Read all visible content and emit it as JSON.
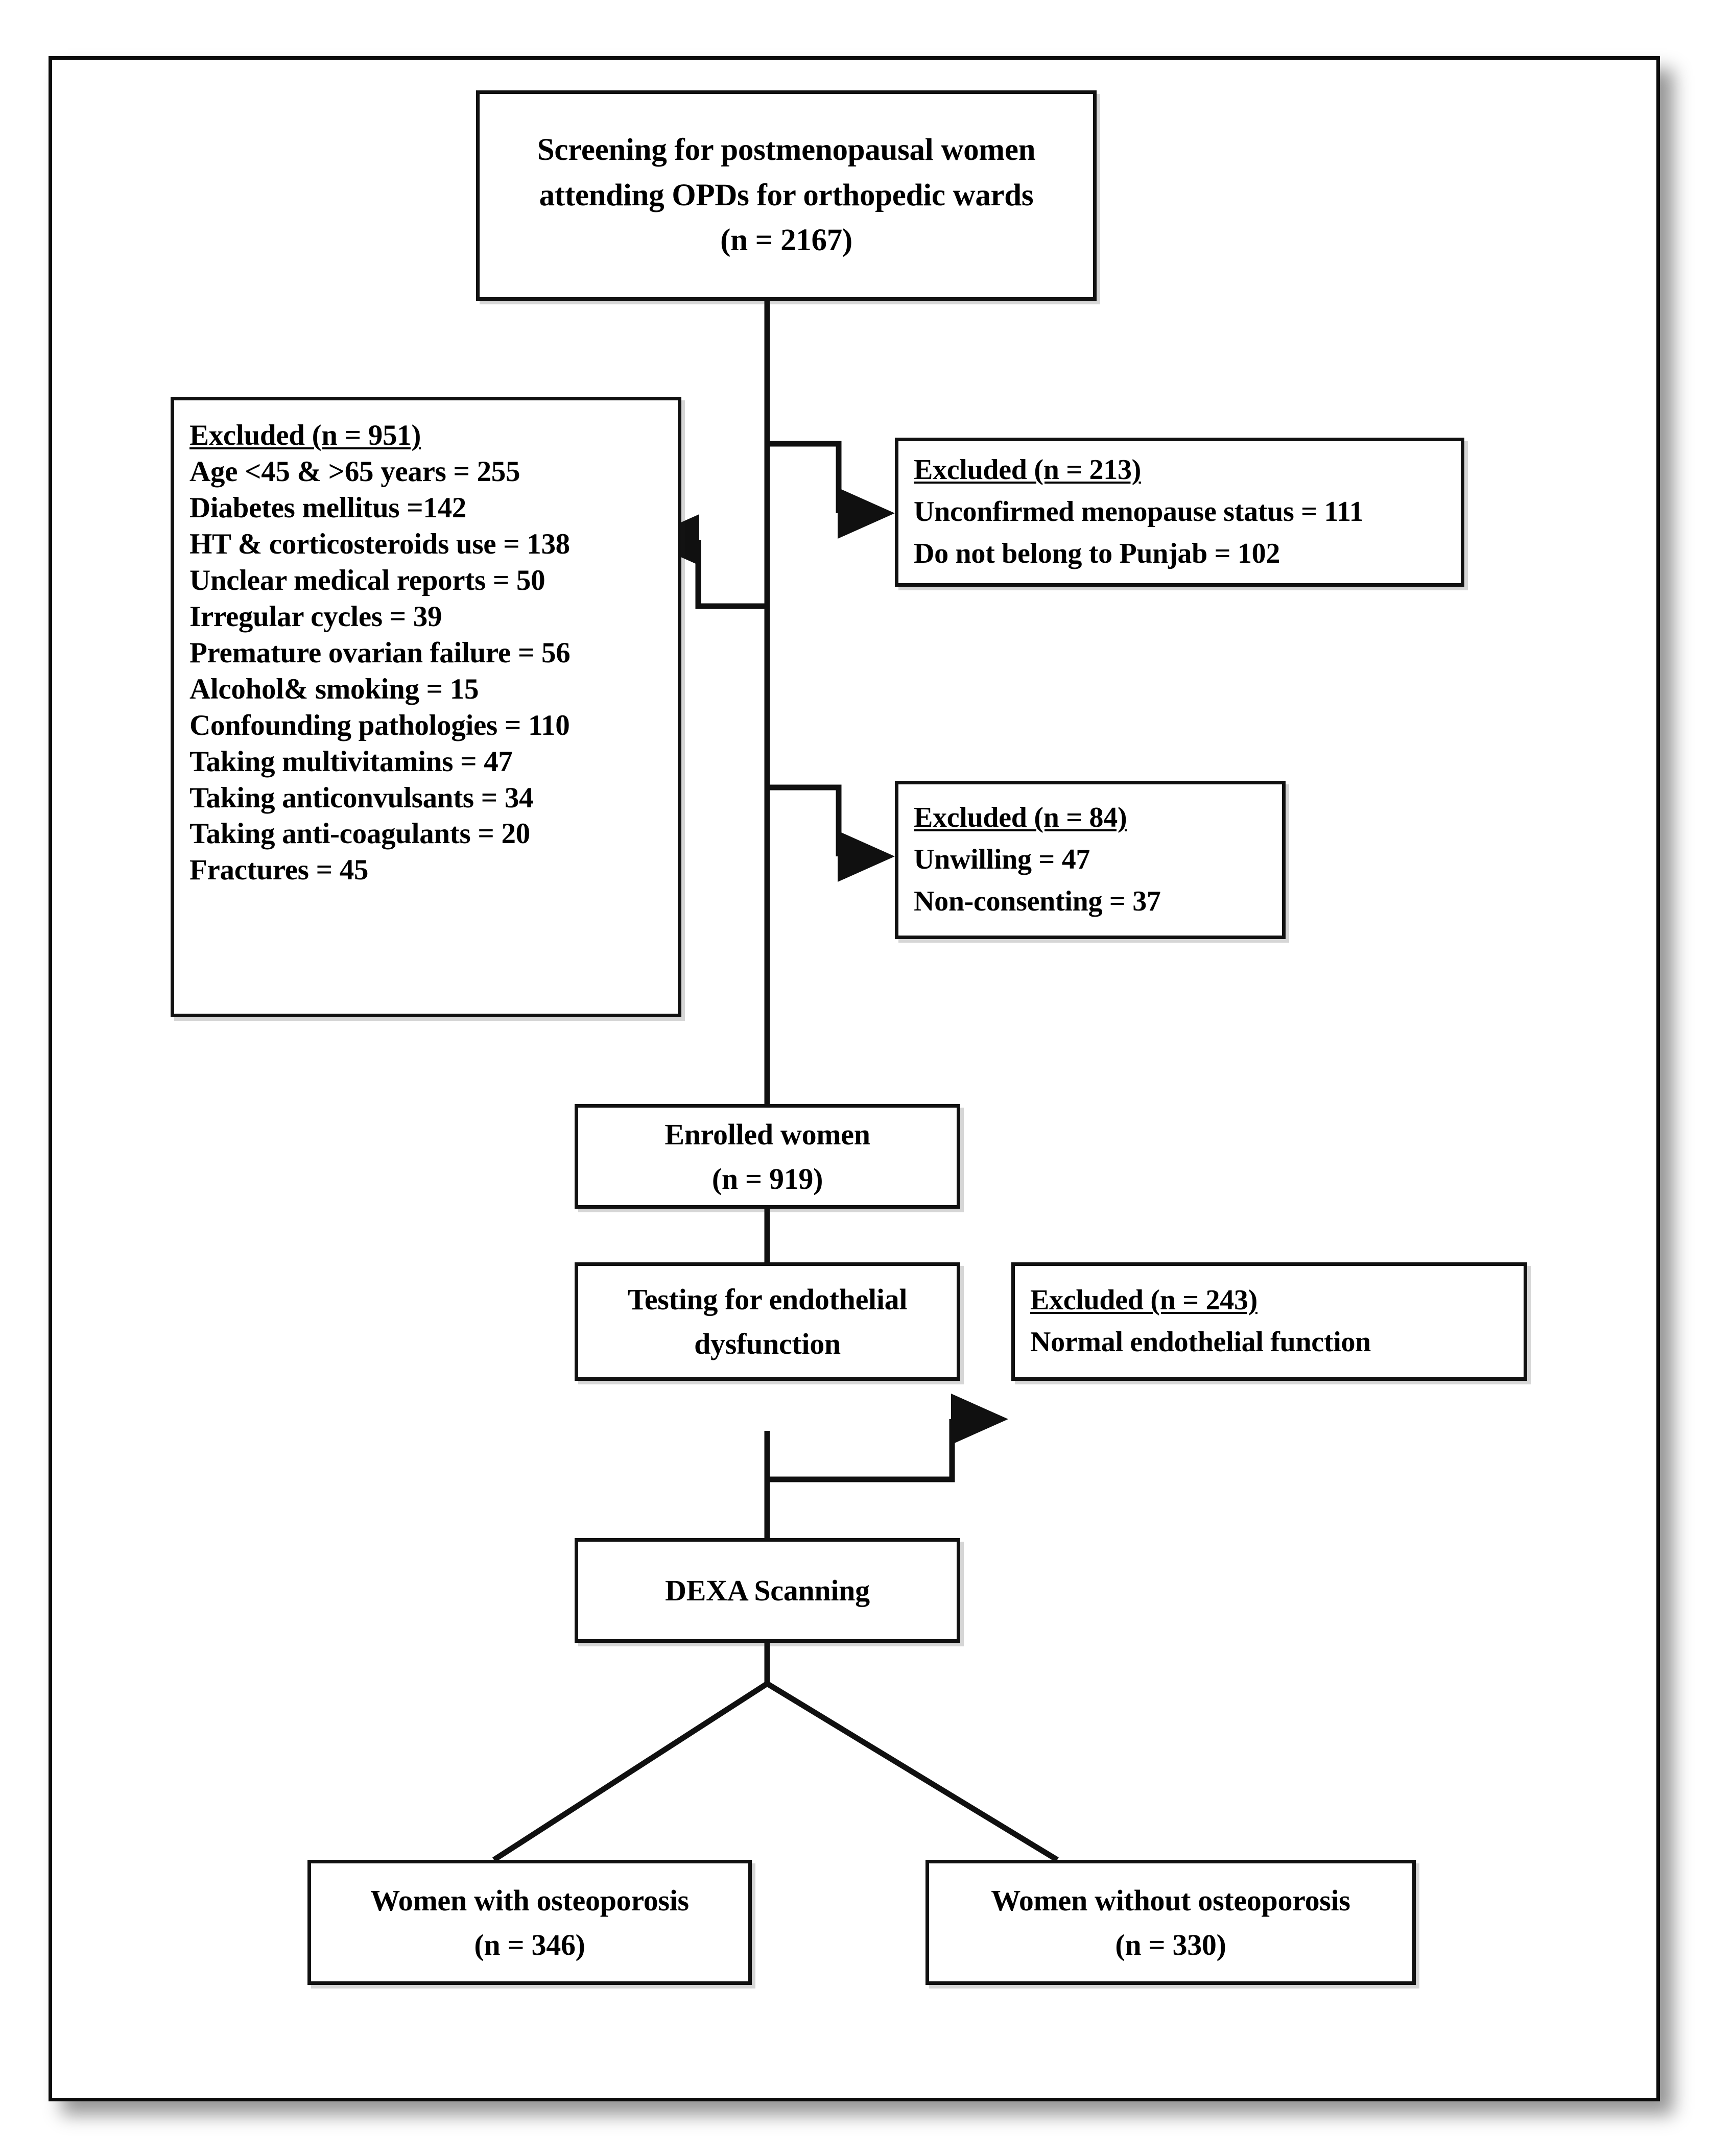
{
  "diagram": {
    "title": "Study participant flow diagram",
    "ink_color": "#111111",
    "page_background": "#ffffff"
  },
  "boxes": {
    "screening": {
      "lines": [
        "Screening for postmenopausal women",
        "attending  OPDs for orthopedic wards",
        "(n = 2167)"
      ]
    },
    "excluded_951": {
      "heading": "Excluded (n = 951)",
      "items": [
        "Age <45 & >65 years = 255",
        "Diabetes  mellitus =142",
        "HT & corticosteroids use = 138",
        "Unclear medical reports = 50",
        "Irregular cycles = 39",
        "Premature ovarian failure = 56",
        "Alcohol& smoking = 15",
        "Confounding pathologies = 110",
        "Taking multivitamins = 47",
        "Taking anticonvulsants  = 34",
        "Taking anti-coagulants  = 20",
        "Fractures = 45"
      ]
    },
    "excluded_213": {
      "heading": "Excluded (n = 213)",
      "items": [
        "Unconfirmed menopause status = 111",
        "Do not belong to Punjab = 102"
      ]
    },
    "excluded_84": {
      "heading": "Excluded (n = 84)",
      "items": [
        "Unwilling = 47",
        "Non-consenting = 37"
      ]
    },
    "enrolled": {
      "lines": [
        "Enrolled women",
        "(n = 919)"
      ]
    },
    "testing": {
      "lines": [
        "Testing for endothelial",
        "dysfunction"
      ]
    },
    "excluded_243": {
      "heading": "Excluded (n = 243)",
      "items": [
        "Normal endothelial function"
      ]
    },
    "dexa": {
      "lines": [
        "DEXA Scanning"
      ]
    },
    "with_osteoporosis": {
      "lines": [
        "Women with osteoporosis",
        "(n = 346)"
      ]
    },
    "without_osteoporosis": {
      "lines": [
        "Women without osteoporosis",
        "(n = 330)"
      ]
    }
  },
  "chart_data": {
    "type": "diagram",
    "title": "Participant flow (CONSORT-style) for postmenopausal osteoporosis study",
    "nodes": [
      {
        "id": "screening",
        "label": "Screening for postmenopausal women attending OPDs for orthopedic wards",
        "n": 2167
      },
      {
        "id": "excluded_951",
        "label": "Excluded",
        "n": 951
      },
      {
        "id": "excluded_213",
        "label": "Excluded",
        "n": 213
      },
      {
        "id": "excluded_84",
        "label": "Excluded",
        "n": 84
      },
      {
        "id": "enrolled",
        "label": "Enrolled women",
        "n": 919
      },
      {
        "id": "testing",
        "label": "Testing for endothelial dysfunction",
        "n": null
      },
      {
        "id": "excluded_243",
        "label": "Excluded (Normal endothelial function)",
        "n": 243
      },
      {
        "id": "dexa",
        "label": "DEXA Scanning",
        "n": null
      },
      {
        "id": "with_osteoporosis",
        "label": "Women with osteoporosis",
        "n": 346
      },
      {
        "id": "without_osteoporosis",
        "label": "Women without osteoporosis",
        "n": 330
      }
    ],
    "edges": [
      {
        "from": "screening",
        "to": "excluded_213"
      },
      {
        "from": "screening",
        "to": "excluded_951"
      },
      {
        "from": "screening",
        "to": "excluded_84"
      },
      {
        "from": "screening",
        "to": "enrolled"
      },
      {
        "from": "enrolled",
        "to": "testing"
      },
      {
        "from": "testing",
        "to": "excluded_243"
      },
      {
        "from": "testing",
        "to": "dexa"
      },
      {
        "from": "dexa",
        "to": "with_osteoporosis"
      },
      {
        "from": "dexa",
        "to": "without_osteoporosis"
      }
    ],
    "exclusion_breakdown": {
      "excluded_951": {
        "Age <45 & >65 years": 255,
        "Diabetes mellitus": 142,
        "HT & corticosteroids use": 138,
        "Unclear medical reports": 50,
        "Irregular cycles": 39,
        "Premature ovarian failure": 56,
        "Alcohol& smoking": 15,
        "Confounding pathologies": 110,
        "Taking multivitamins": 47,
        "Taking anticonvulsants": 34,
        "Taking anti-coagulants": 20,
        "Fractures": 45
      },
      "excluded_213": {
        "Unconfirmed menopause status": 111,
        "Do not belong to Punjab": 102
      },
      "excluded_84": {
        "Unwilling": 47,
        "Non-consenting": 37
      },
      "excluded_243": {
        "Normal endothelial function": 243
      }
    }
  }
}
